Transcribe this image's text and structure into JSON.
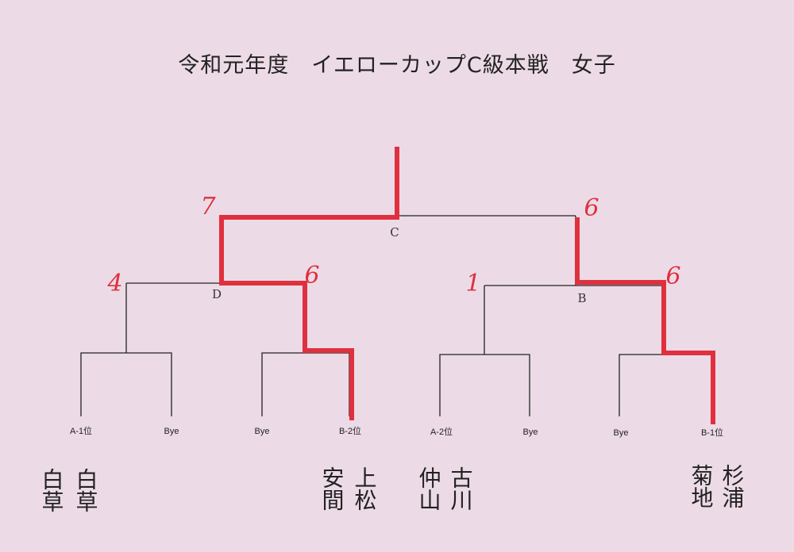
{
  "title": "令和元年度　イエローカップC級本戦　女子",
  "slots": [
    "A-1位",
    "Bye",
    "Bye",
    "B-2位",
    "A-2位",
    "Bye",
    "Bye",
    "B-1位"
  ],
  "node_labels": {
    "final": "C",
    "semi_left": "D",
    "semi_right": "B"
  },
  "scores": {
    "final_left": "7",
    "final_right": "6",
    "semi_left_left": "4",
    "semi_left_right": "6",
    "semi_right_left": "1",
    "semi_right_right": "6"
  },
  "teams": {
    "a1": [
      "白草",
      "白草"
    ],
    "b2": [
      "安間",
      "上松"
    ],
    "a2": [
      "仲山",
      "古川"
    ],
    "b1": [
      "菊地",
      "杉浦"
    ]
  },
  "colors": {
    "winner_line": "#e0303e",
    "line": "#222222",
    "paper": "#ecdbe6"
  }
}
